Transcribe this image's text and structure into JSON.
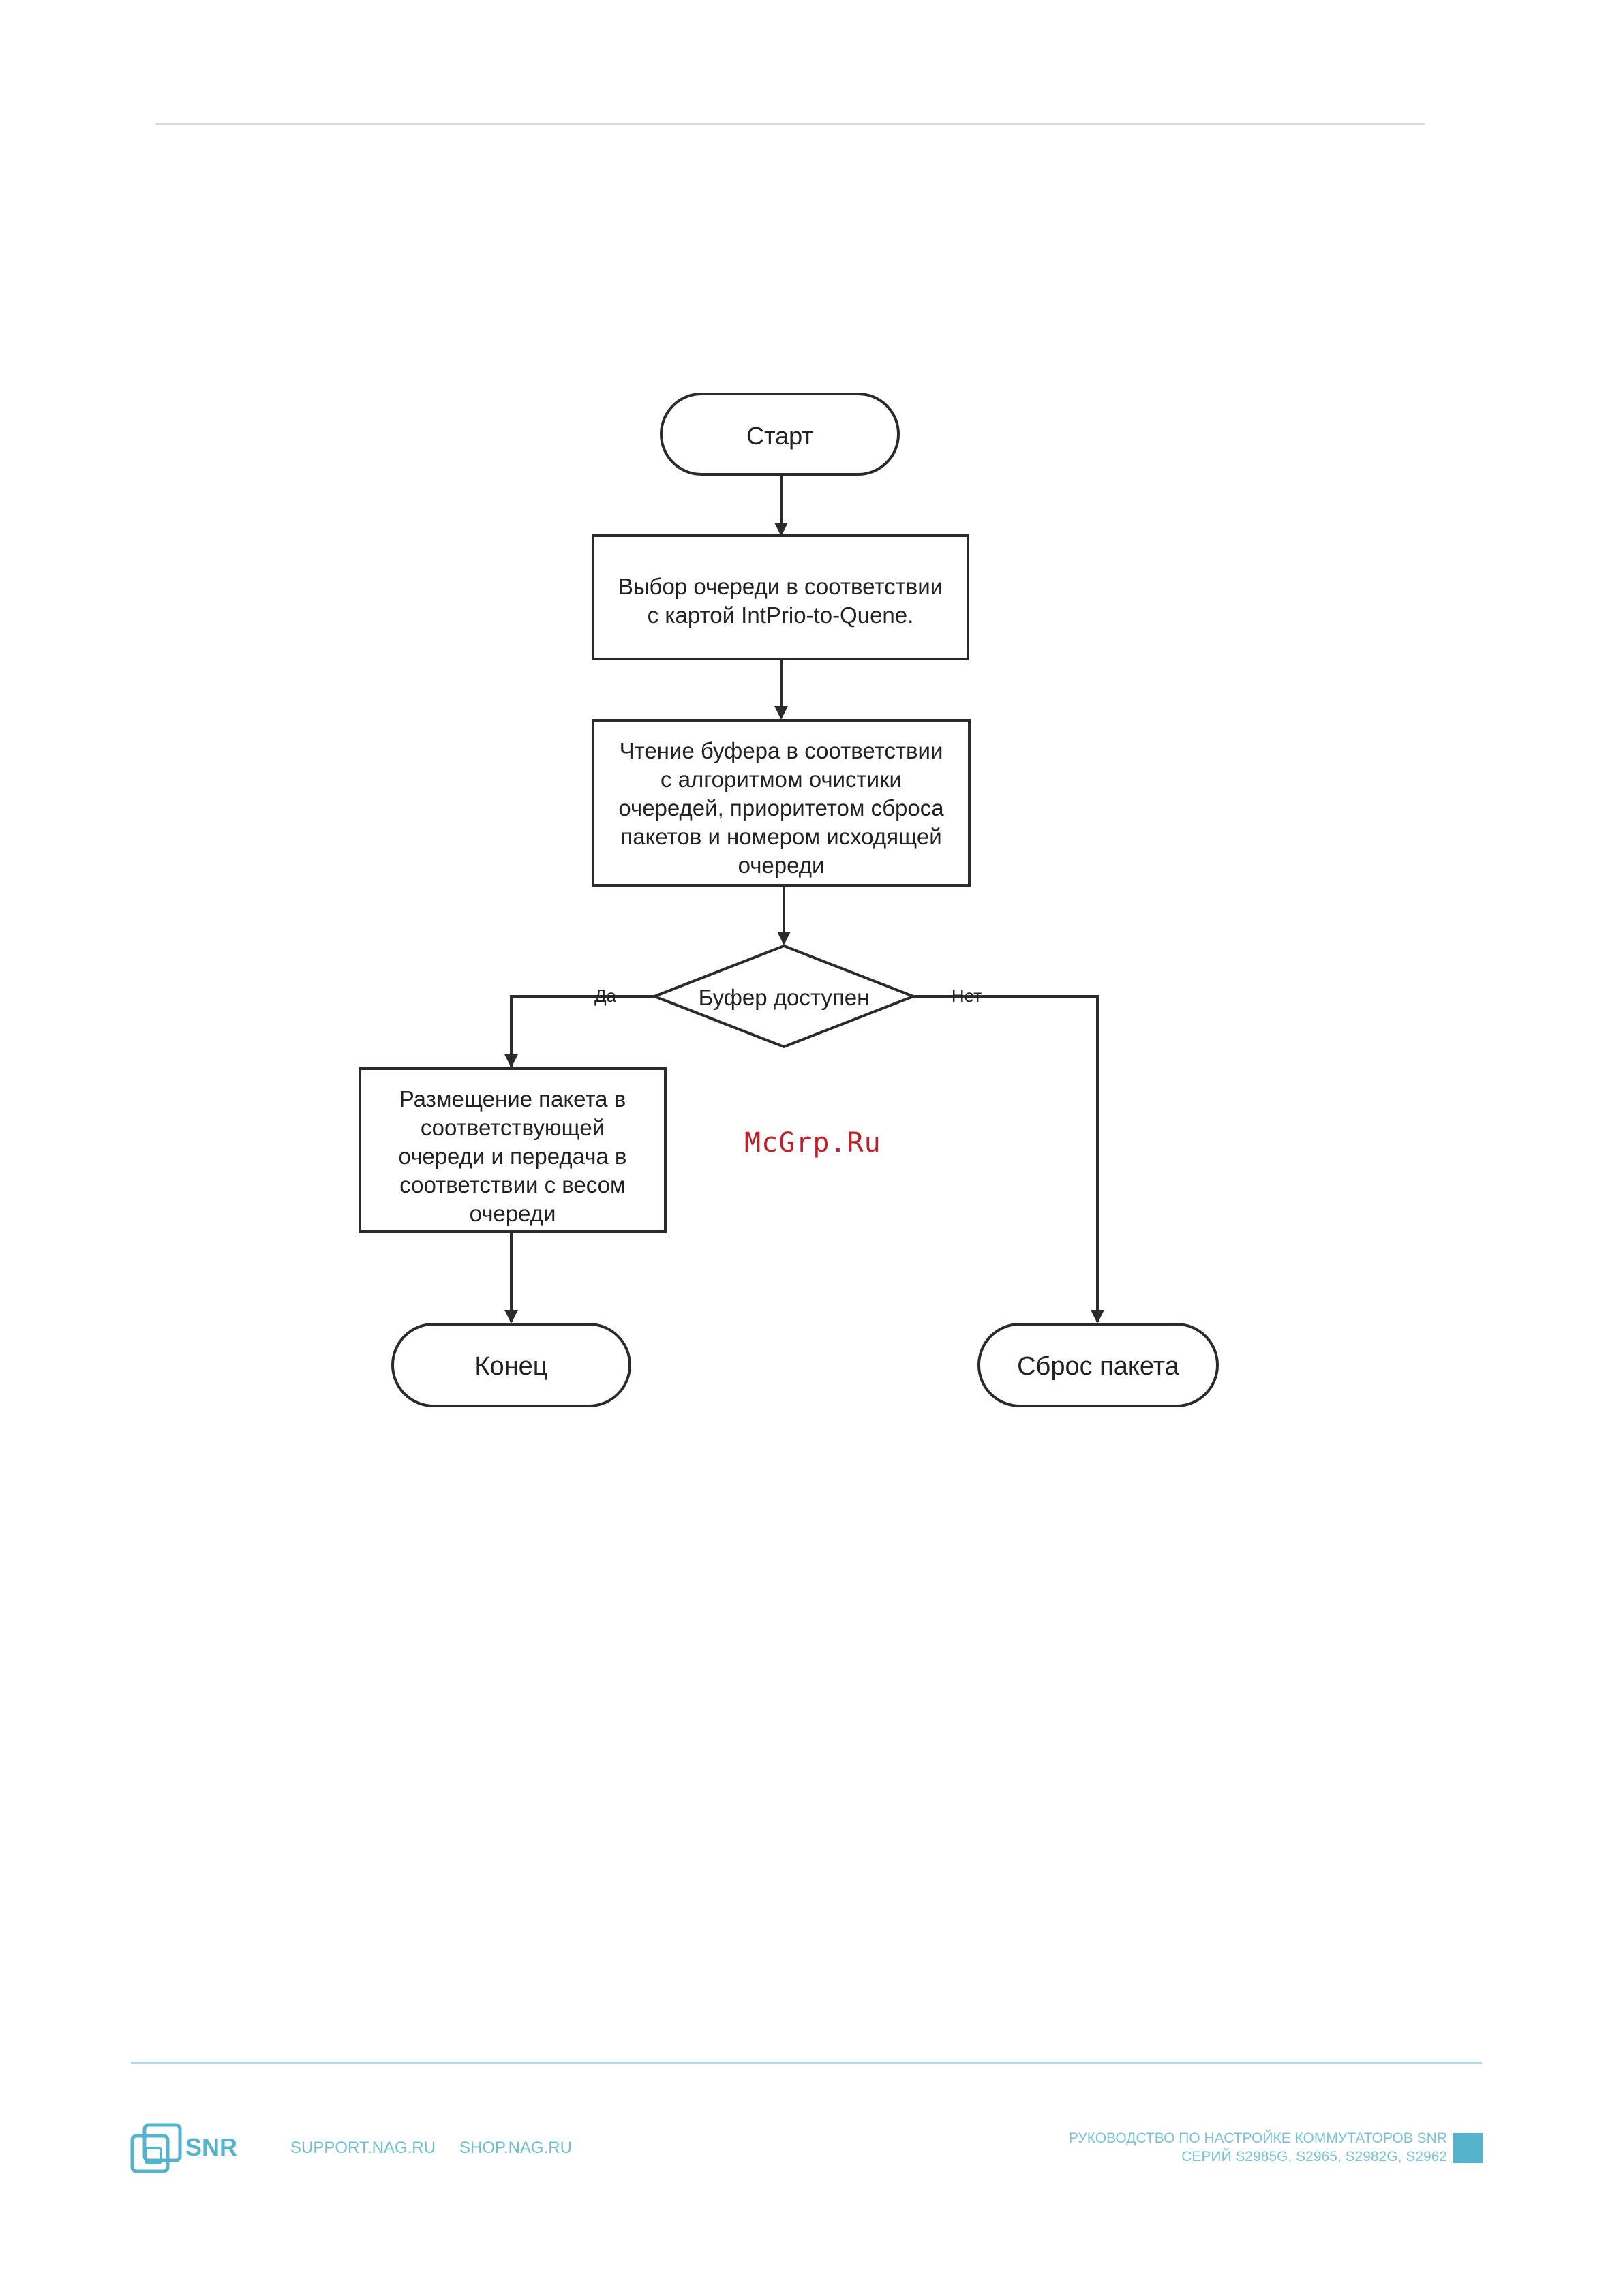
{
  "flowchart": {
    "start": "Старт",
    "step1": [
      "Выбор очереди в соответствии",
      "с картой IntPrio-to-Quene."
    ],
    "step2": [
      "Чтение буфера в соответствии",
      "с алгоритмом очистики",
      "очередей, приоритетом сброса",
      "пакетов и номером исходящей",
      "очереди"
    ],
    "decision": "Буфер доступен",
    "branch_yes": "Да",
    "branch_no": "Нет",
    "step3": [
      "Размещение пакета в",
      "соответствующей",
      "очереди и передача в",
      "соответствии с весом",
      "очереди"
    ],
    "end": "Конец",
    "drop": "Сброс пакета"
  },
  "watermark": "McGrp.Ru",
  "footer": {
    "logo_text": "SNR",
    "link_support": "SUPPORT.NAG.RU",
    "link_shop": "SHOP.NAG.RU",
    "manual_line1": "РУКОВОДСТВО ПО НАСТРОЙКЕ КОММУТАТОРОВ SNR",
    "manual_line2": "СЕРИЙ S2985G, S2965, S2982G, S2962"
  },
  "colors": {
    "stroke": "#2b2b2b",
    "text": "#222222",
    "accent": "#55b3cc",
    "watermark": "#c0202a"
  }
}
